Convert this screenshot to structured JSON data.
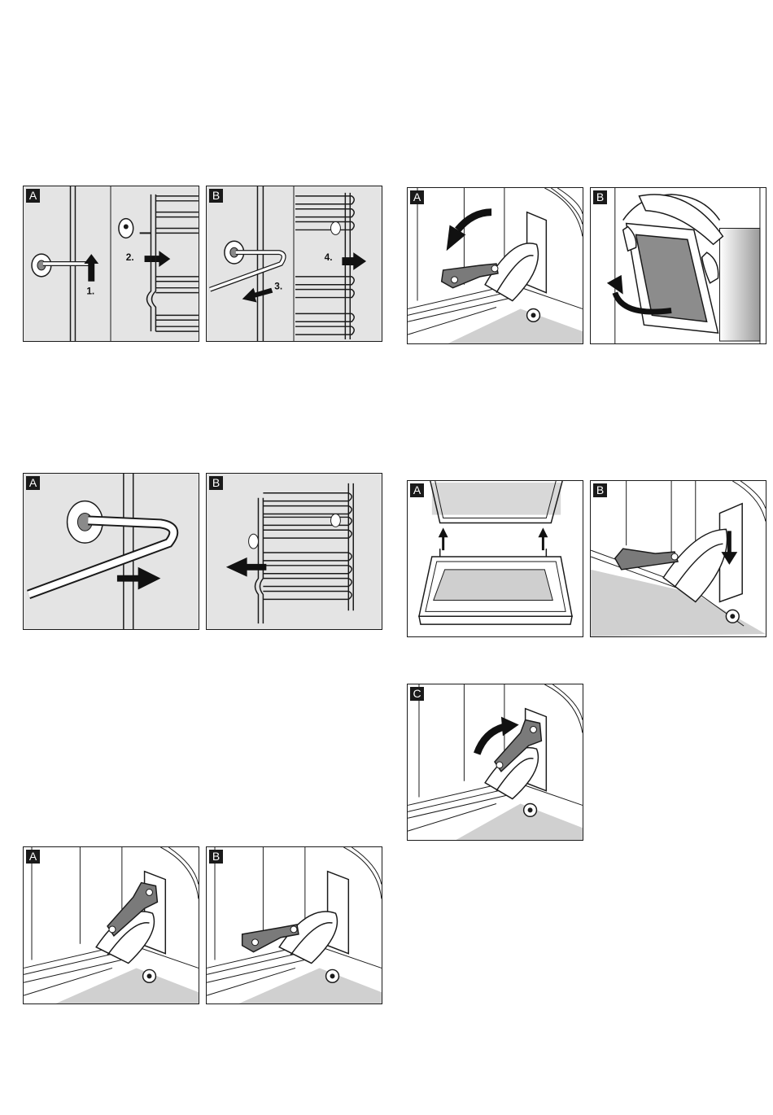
{
  "figures": [
    {
      "id": "shelf-removal",
      "panels": [
        {
          "letter": "A",
          "steps": [
            "1.",
            "2."
          ]
        },
        {
          "letter": "B",
          "steps": [
            "3.",
            "4."
          ]
        }
      ]
    },
    {
      "id": "door-hinge-unlock",
      "panels": [
        {
          "letter": "A"
        },
        {
          "letter": "B"
        }
      ]
    },
    {
      "id": "shelf-refit",
      "panels": [
        {
          "letter": "A"
        },
        {
          "letter": "B"
        }
      ]
    },
    {
      "id": "door-hinge-lock",
      "panels": [
        {
          "letter": "A"
        },
        {
          "letter": "B"
        }
      ]
    },
    {
      "id": "door-removal",
      "panels": [
        {
          "letter": "A"
        },
        {
          "letter": "B"
        }
      ]
    },
    {
      "id": "door-refit",
      "panels": [
        {
          "letter": "A"
        },
        {
          "letter": "B"
        },
        {
          "letter": "C"
        }
      ]
    }
  ],
  "colors": {
    "panel_bg": "#e4e4e4",
    "line": "#1a1a1a",
    "lever": "#7a7a7a",
    "floor": "#cfcfcf"
  }
}
